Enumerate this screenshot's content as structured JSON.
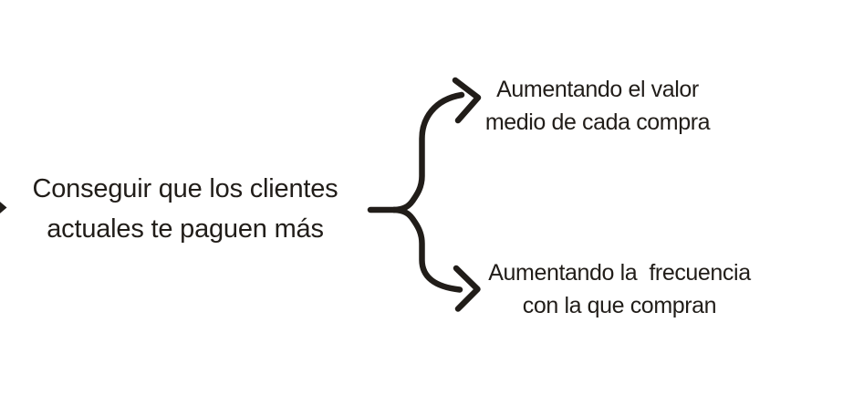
{
  "colors": {
    "ink": "#211d19",
    "background": "#ffffff"
  },
  "diagram": {
    "root": {
      "line1": "Conseguir que los clientes",
      "line2": "actuales te paguen más"
    },
    "branch_top": {
      "line1": "Aumentando el valor",
      "line2": "medio de cada compra"
    },
    "branch_bottom": {
      "line1": "Aumentando la  frecuencia",
      "line2": "con la que compran"
    }
  }
}
